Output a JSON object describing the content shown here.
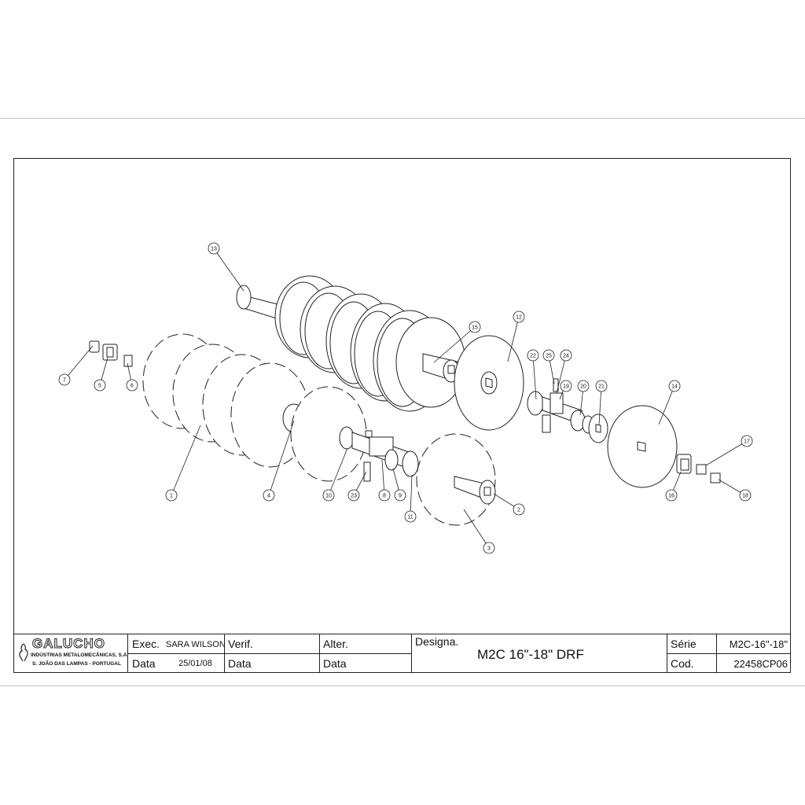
{
  "callouts": [
    "1",
    "2",
    "3",
    "4",
    "5",
    "6",
    "7",
    "8",
    "9",
    "10",
    "11",
    "12",
    "13",
    "14",
    "15",
    "16",
    "17",
    "18",
    "19",
    "20",
    "21",
    "22",
    "23",
    "24",
    "25"
  ],
  "title_block": {
    "company_name": "GALUCHO",
    "company_line1": "INDÚSTRIAS METALOMECÂNICAS, S.A.",
    "company_line2": "S. JOÃO DAS LAMPAS - PORTUGAL",
    "exec_label": "Exec.",
    "exec_value": "SARA WILSON",
    "exec_date_label": "Data",
    "exec_date_value": "25/01/08",
    "verif_label": "Verif.",
    "verif_date_label": "Data",
    "alter_label": "Alter.",
    "alter_date_label": "Data",
    "designa_label": "Designa.",
    "designa_value": "M2C 16\"-18\" DRF",
    "serie_label": "Série",
    "serie_value": "M2C-16\"-18\"",
    "cod_label": "Cod.",
    "cod_value": "22458CP06"
  }
}
